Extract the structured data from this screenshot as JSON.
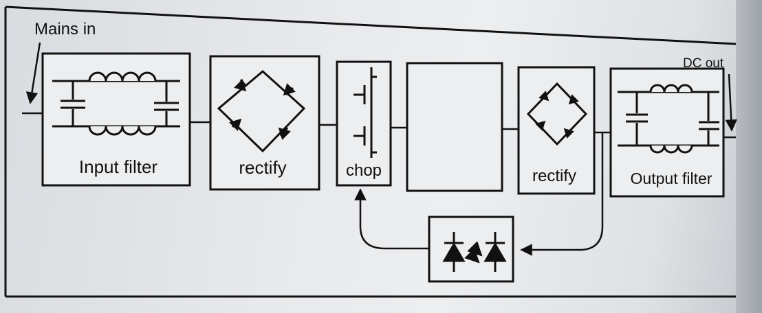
{
  "diagram": {
    "mains_label": "Mains in",
    "dc_label": "DC out",
    "blocks": {
      "input_filter": "Input filter",
      "rectify_1": "rectify",
      "chop": "chop",
      "transformer": "",
      "rectify_2": "rectify",
      "output_filter": "Output filter"
    }
  }
}
